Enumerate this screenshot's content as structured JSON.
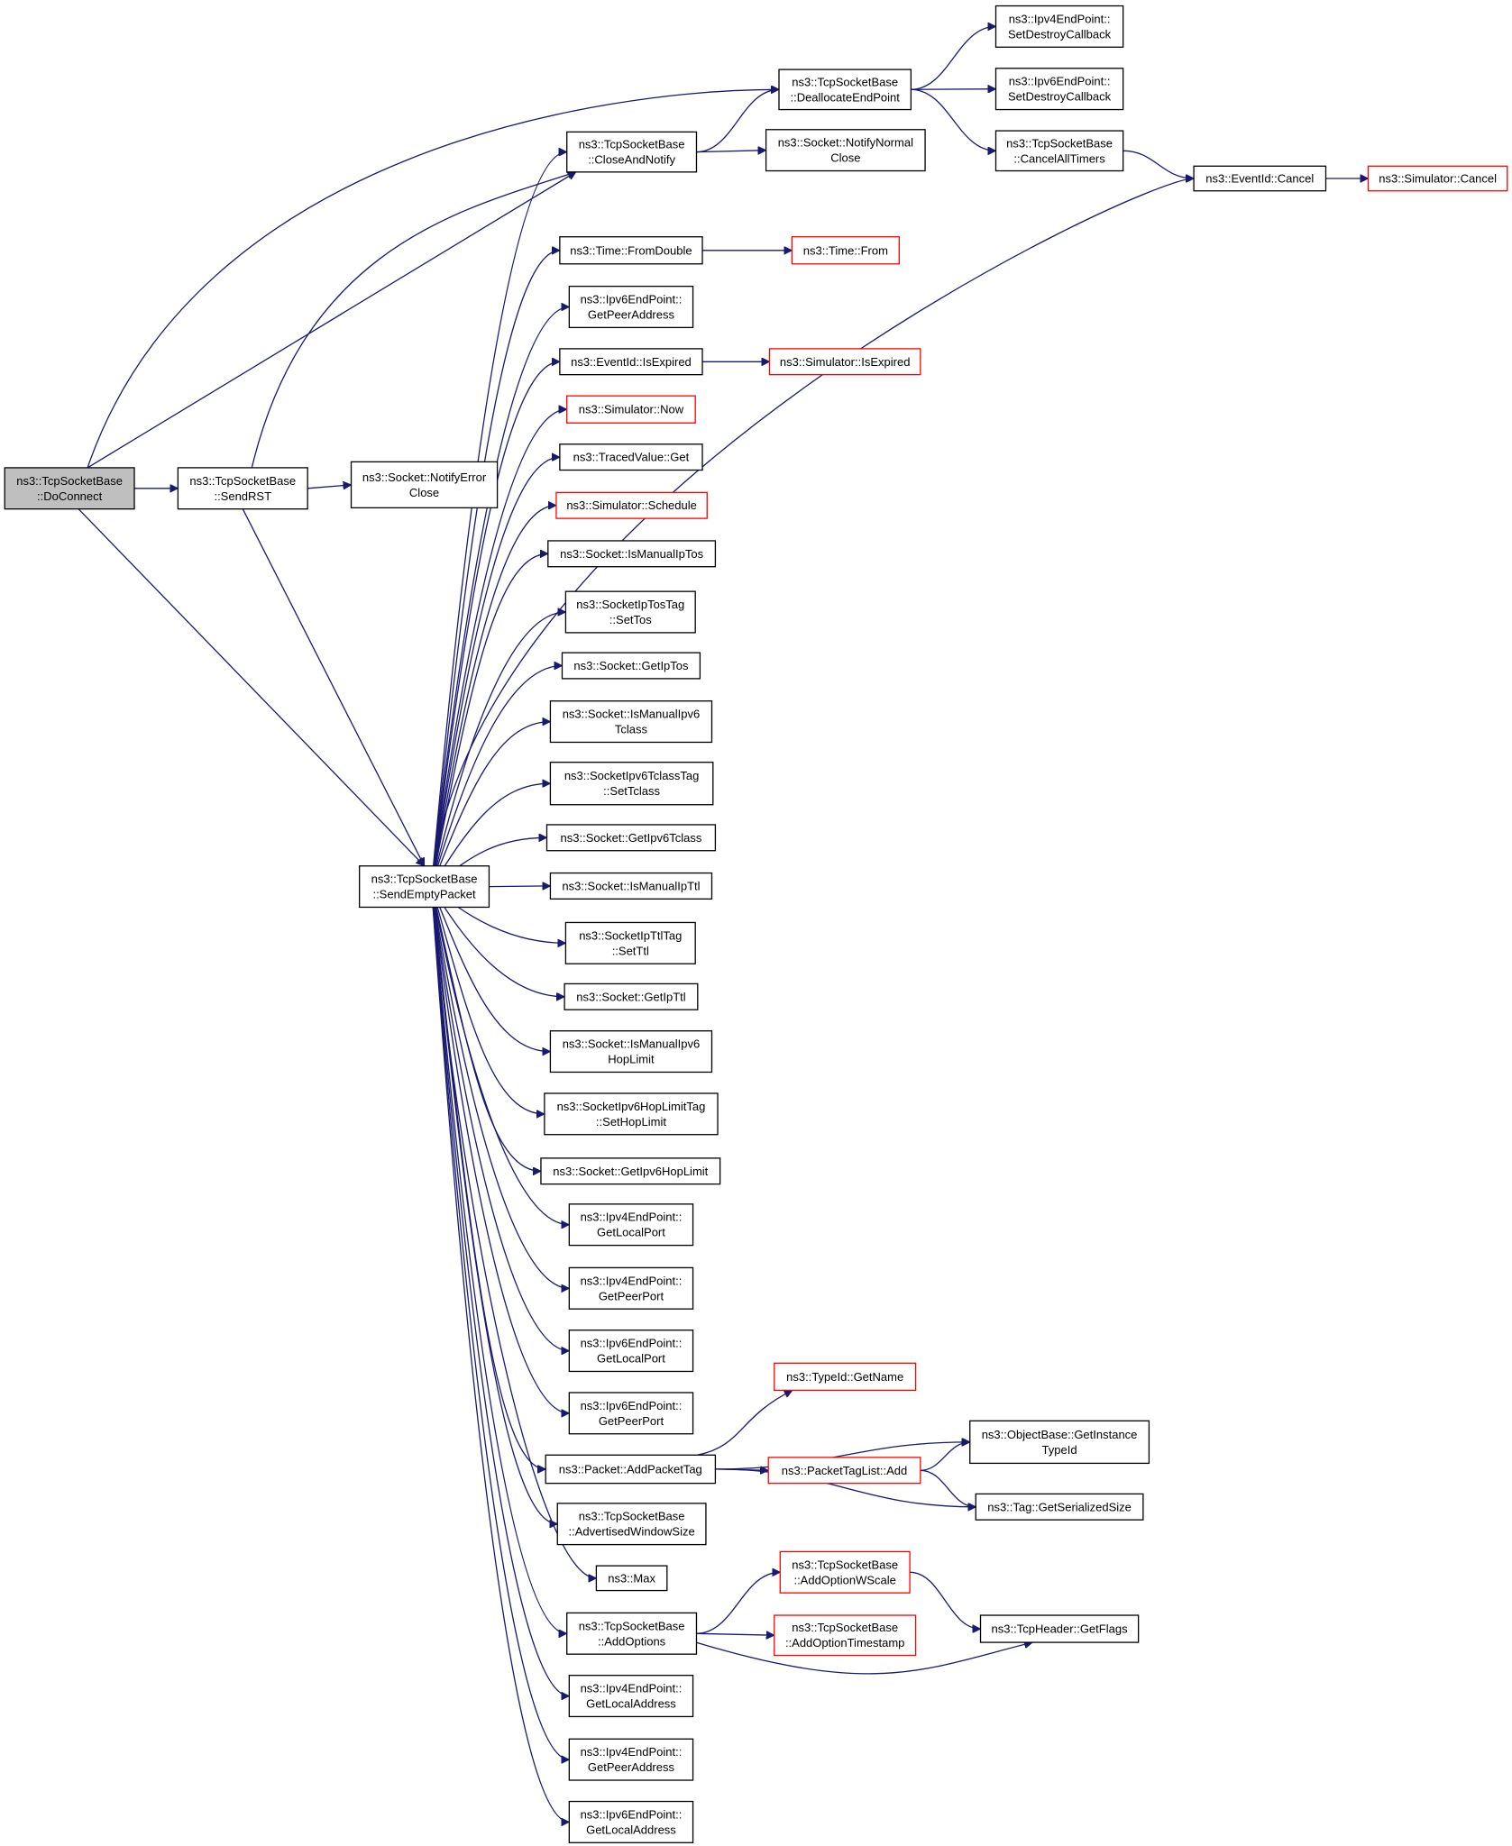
{
  "graph": {
    "colors": {
      "edge": "#191970",
      "node_border": "#000000",
      "truncated_border": "#ff0000",
      "root_fill": "#bfbfbf",
      "node_fill": "#ffffff"
    },
    "nodes": [
      {
        "id": "doconnect",
        "lines": [
          "ns3::TcpSocketBase",
          "::DoConnect"
        ],
        "style": "root"
      },
      {
        "id": "sendrst",
        "lines": [
          "ns3::TcpSocketBase",
          "::SendRST"
        ],
        "style": "plain"
      },
      {
        "id": "notifyerror",
        "lines": [
          "ns3::Socket::NotifyError",
          "Close"
        ],
        "style": "plain"
      },
      {
        "id": "sendempty",
        "lines": [
          "ns3::TcpSocketBase",
          "::SendEmptyPacket"
        ],
        "style": "plain"
      },
      {
        "id": "closenotify",
        "lines": [
          "ns3::TcpSocketBase",
          "::CloseAndNotify"
        ],
        "style": "plain"
      },
      {
        "id": "dealloc",
        "lines": [
          "ns3::TcpSocketBase",
          "::DeallocateEndPoint"
        ],
        "style": "plain"
      },
      {
        "id": "notifynormal",
        "lines": [
          "ns3::Socket::NotifyNormal",
          "Close"
        ],
        "style": "plain"
      },
      {
        "id": "v4destroy",
        "lines": [
          "ns3::Ipv4EndPoint::",
          "SetDestroyCallback"
        ],
        "style": "plain"
      },
      {
        "id": "v6destroy",
        "lines": [
          "ns3::Ipv6EndPoint::",
          "SetDestroyCallback"
        ],
        "style": "plain"
      },
      {
        "id": "canceltimers",
        "lines": [
          "ns3::TcpSocketBase",
          "::CancelAllTimers"
        ],
        "style": "plain"
      },
      {
        "id": "eventcancel",
        "lines": [
          "ns3::EventId::Cancel"
        ],
        "style": "plain"
      },
      {
        "id": "simcancel",
        "lines": [
          "ns3::Simulator::Cancel"
        ],
        "style": "red"
      },
      {
        "id": "fromdouble",
        "lines": [
          "ns3::Time::FromDouble"
        ],
        "style": "plain"
      },
      {
        "id": "timefrom",
        "lines": [
          "ns3::Time::From"
        ],
        "style": "red"
      },
      {
        "id": "v6peeraddr",
        "lines": [
          "ns3::Ipv6EndPoint::",
          "GetPeerAddress"
        ],
        "style": "plain"
      },
      {
        "id": "isexpired",
        "lines": [
          "ns3::EventId::IsExpired"
        ],
        "style": "plain"
      },
      {
        "id": "simisexpired",
        "lines": [
          "ns3::Simulator::IsExpired"
        ],
        "style": "red"
      },
      {
        "id": "simnow",
        "lines": [
          "ns3::Simulator::Now"
        ],
        "style": "red"
      },
      {
        "id": "tracedget",
        "lines": [
          "ns3::TracedValue::Get"
        ],
        "style": "plain"
      },
      {
        "id": "simschedule",
        "lines": [
          "ns3::Simulator::Schedule"
        ],
        "style": "red"
      },
      {
        "id": "ismanualiptos",
        "lines": [
          "ns3::Socket::IsManualIpTos"
        ],
        "style": "plain"
      },
      {
        "id": "settos",
        "lines": [
          "ns3::SocketIpTosTag",
          "::SetTos"
        ],
        "style": "plain"
      },
      {
        "id": "getiptos",
        "lines": [
          "ns3::Socket::GetIpTos"
        ],
        "style": "plain"
      },
      {
        "id": "ismanualtclass",
        "lines": [
          "ns3::Socket::IsManualIpv6",
          "Tclass"
        ],
        "style": "plain"
      },
      {
        "id": "settclass",
        "lines": [
          "ns3::SocketIpv6TclassTag",
          "::SetTclass"
        ],
        "style": "plain"
      },
      {
        "id": "gettclass",
        "lines": [
          "ns3::Socket::GetIpv6Tclass"
        ],
        "style": "plain"
      },
      {
        "id": "ismanualttl",
        "lines": [
          "ns3::Socket::IsManualIpTtl"
        ],
        "style": "plain"
      },
      {
        "id": "setttl",
        "lines": [
          "ns3::SocketIpTtlTag",
          "::SetTtl"
        ],
        "style": "plain"
      },
      {
        "id": "getipttl",
        "lines": [
          "ns3::Socket::GetIpTtl"
        ],
        "style": "plain"
      },
      {
        "id": "ismanualhop",
        "lines": [
          "ns3::Socket::IsManualIpv6",
          "HopLimit"
        ],
        "style": "plain"
      },
      {
        "id": "sethoplimit",
        "lines": [
          "ns3::SocketIpv6HopLimitTag",
          "::SetHopLimit"
        ],
        "style": "plain"
      },
      {
        "id": "gethoplimit",
        "lines": [
          "ns3::Socket::GetIpv6HopLimit"
        ],
        "style": "plain"
      },
      {
        "id": "v4localport",
        "lines": [
          "ns3::Ipv4EndPoint::",
          "GetLocalPort"
        ],
        "style": "plain"
      },
      {
        "id": "v4peerport",
        "lines": [
          "ns3::Ipv4EndPoint::",
          "GetPeerPort"
        ],
        "style": "plain"
      },
      {
        "id": "v6localport",
        "lines": [
          "ns3::Ipv6EndPoint::",
          "GetLocalPort"
        ],
        "style": "plain"
      },
      {
        "id": "v6peerport",
        "lines": [
          "ns3::Ipv6EndPoint::",
          "GetPeerPort"
        ],
        "style": "plain"
      },
      {
        "id": "addpackettag",
        "lines": [
          "ns3::Packet::AddPacketTag"
        ],
        "style": "plain"
      },
      {
        "id": "typeidname",
        "lines": [
          "ns3::TypeId::GetName"
        ],
        "style": "red"
      },
      {
        "id": "getinstance",
        "lines": [
          "ns3::ObjectBase::GetInstance",
          "TypeId"
        ],
        "style": "plain"
      },
      {
        "id": "taglistadd",
        "lines": [
          "ns3::PacketTagList::Add"
        ],
        "style": "red"
      },
      {
        "id": "serializedsize",
        "lines": [
          "ns3::Tag::GetSerializedSize"
        ],
        "style": "plain"
      },
      {
        "id": "advwindow",
        "lines": [
          "ns3::TcpSocketBase",
          "::AdvertisedWindowSize"
        ],
        "style": "plain"
      },
      {
        "id": "max",
        "lines": [
          "ns3::Max"
        ],
        "style": "plain"
      },
      {
        "id": "addoptions",
        "lines": [
          "ns3::TcpSocketBase",
          "::AddOptions"
        ],
        "style": "plain"
      },
      {
        "id": "wscale",
        "lines": [
          "ns3::TcpSocketBase",
          "::AddOptionWScale"
        ],
        "style": "red"
      },
      {
        "id": "timestamp",
        "lines": [
          "ns3::TcpSocketBase",
          "::AddOptionTimestamp"
        ],
        "style": "red"
      },
      {
        "id": "getflags",
        "lines": [
          "ns3::TcpHeader::GetFlags"
        ],
        "style": "plain"
      },
      {
        "id": "v4localaddr",
        "lines": [
          "ns3::Ipv4EndPoint::",
          "GetLocalAddress"
        ],
        "style": "plain"
      },
      {
        "id": "v4peeraddr",
        "lines": [
          "ns3::Ipv4EndPoint::",
          "GetPeerAddress"
        ],
        "style": "plain"
      },
      {
        "id": "v6localaddr",
        "lines": [
          "ns3::Ipv6EndPoint::",
          "GetLocalAddress"
        ],
        "style": "plain"
      }
    ],
    "edges": [
      [
        "doconnect",
        "sendrst"
      ],
      [
        "doconnect",
        "closenotify"
      ],
      [
        "doconnect",
        "dealloc"
      ],
      [
        "doconnect",
        "sendempty"
      ],
      [
        "sendrst",
        "notifyerror"
      ],
      [
        "sendrst",
        "sendempty"
      ],
      [
        "sendrst",
        "closenotify"
      ],
      [
        "closenotify",
        "dealloc"
      ],
      [
        "closenotify",
        "notifynormal"
      ],
      [
        "dealloc",
        "v4destroy"
      ],
      [
        "dealloc",
        "v6destroy"
      ],
      [
        "dealloc",
        "canceltimers"
      ],
      [
        "canceltimers",
        "eventcancel"
      ],
      [
        "eventcancel",
        "simcancel"
      ],
      [
        "sendempty",
        "closenotify"
      ],
      [
        "sendempty",
        "eventcancel"
      ],
      [
        "sendempty",
        "fromdouble"
      ],
      [
        "sendempty",
        "v6peeraddr"
      ],
      [
        "sendempty",
        "isexpired"
      ],
      [
        "sendempty",
        "simnow"
      ],
      [
        "sendempty",
        "tracedget"
      ],
      [
        "sendempty",
        "simschedule"
      ],
      [
        "sendempty",
        "ismanualiptos"
      ],
      [
        "sendempty",
        "settos"
      ],
      [
        "sendempty",
        "getiptos"
      ],
      [
        "sendempty",
        "ismanualtclass"
      ],
      [
        "sendempty",
        "settclass"
      ],
      [
        "sendempty",
        "gettclass"
      ],
      [
        "sendempty",
        "ismanualttl"
      ],
      [
        "sendempty",
        "setttl"
      ],
      [
        "sendempty",
        "getipttl"
      ],
      [
        "sendempty",
        "ismanualhop"
      ],
      [
        "sendempty",
        "sethoplimit"
      ],
      [
        "sendempty",
        "gethoplimit"
      ],
      [
        "sendempty",
        "v4localport"
      ],
      [
        "sendempty",
        "v4peerport"
      ],
      [
        "sendempty",
        "v6localport"
      ],
      [
        "sendempty",
        "v6peerport"
      ],
      [
        "sendempty",
        "addpackettag"
      ],
      [
        "sendempty",
        "advwindow"
      ],
      [
        "sendempty",
        "max"
      ],
      [
        "sendempty",
        "addoptions"
      ],
      [
        "sendempty",
        "v4localaddr"
      ],
      [
        "sendempty",
        "v4peeraddr"
      ],
      [
        "sendempty",
        "v6localaddr"
      ],
      [
        "fromdouble",
        "timefrom"
      ],
      [
        "isexpired",
        "simisexpired"
      ],
      [
        "addpackettag",
        "typeidname"
      ],
      [
        "addpackettag",
        "getinstance"
      ],
      [
        "addpackettag",
        "taglistadd"
      ],
      [
        "addpackettag",
        "serializedsize"
      ],
      [
        "taglistadd",
        "getinstance"
      ],
      [
        "taglistadd",
        "serializedsize"
      ],
      [
        "addoptions",
        "wscale"
      ],
      [
        "addoptions",
        "timestamp"
      ],
      [
        "addoptions",
        "getflags"
      ],
      [
        "wscale",
        "getflags"
      ]
    ]
  }
}
